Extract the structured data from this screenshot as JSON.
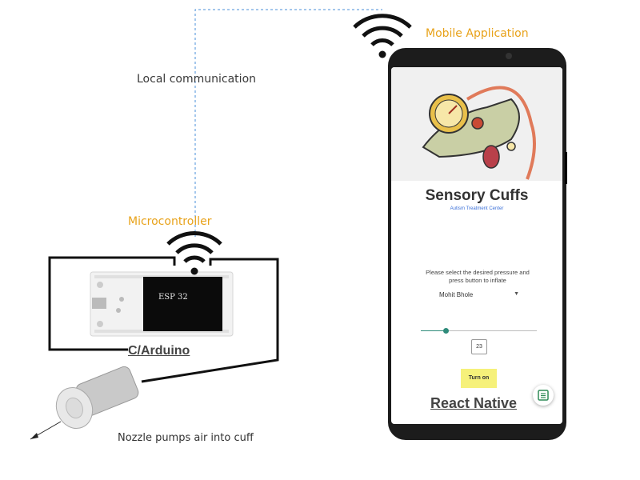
{
  "labels": {
    "mobile_application": "Mobile Application",
    "local_communication": "Local communication",
    "microcontroller": "Microcontroller",
    "c_arduino": "C/Arduino",
    "nozzle": "Nozzle pumps air into cuff",
    "react_native": "React Native",
    "esp_label": "ESP 32"
  },
  "app": {
    "title": "Sensory Cuffs",
    "subtitle": "Autism Treatment Center",
    "instruction": "Please select the desired pressure and press button to inflate",
    "selected_user": "Mohit Bhole",
    "slider_fraction": 0.22,
    "pressure_value": "23",
    "button_label": "Turn on"
  },
  "icons": {
    "wifi": "wifi-icon",
    "fab": "list-icon",
    "caret": "caret-down-icon"
  },
  "colors": {
    "label_orange": "#e8a21a",
    "connection_line": "#4a8fd8",
    "slider_accent": "#2e8b7a",
    "button_yellow": "#f6f17a"
  }
}
